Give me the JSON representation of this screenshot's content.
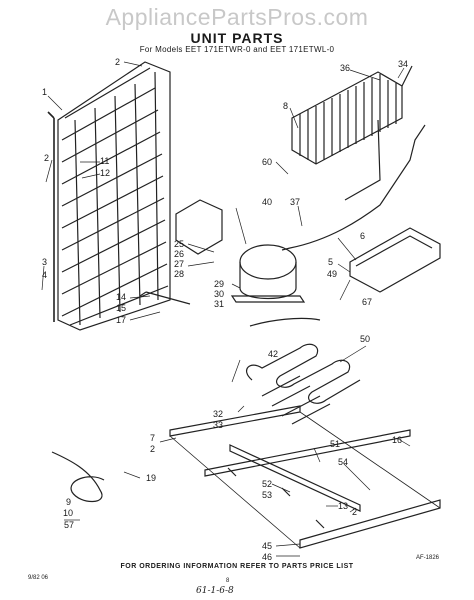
{
  "watermark": "AppliancePartsPros.com",
  "title": "UNIT PARTS",
  "models": "For Models EET 171ETWR-0 and EET 171ETWL-0",
  "footer": "FOR ORDERING INFORMATION REFER TO PARTS PRICE LIST",
  "date_stamp": "9/82 06",
  "page_mark": "8",
  "figure_code": "AF-1826",
  "handwritten_note": "61-1-6-8",
  "callouts": [
    "1",
    "2",
    "2",
    "3",
    "4",
    "5",
    "6",
    "7",
    "2",
    "8",
    "9",
    "10",
    "11",
    "12",
    "13",
    "14",
    "15",
    "16",
    "17",
    "19",
    "25",
    "26",
    "27",
    "28",
    "29",
    "30",
    "31",
    "32",
    "33",
    "34",
    "36",
    "37",
    "40",
    "42",
    "45",
    "46",
    "49",
    "50",
    "51",
    "52",
    "53",
    "54",
    "57",
    "60",
    "67",
    "2"
  ]
}
